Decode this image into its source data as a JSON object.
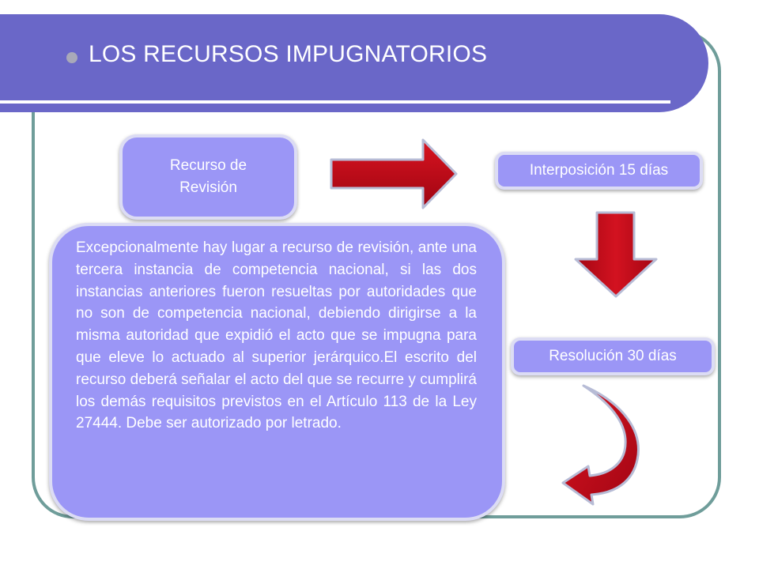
{
  "slide": {
    "title": "LOS RECURSOS IMPUGNATORIOS",
    "colors": {
      "header": "#6a67c8",
      "box": "#9b96f6",
      "arrow": "#c10a1a",
      "frame": "#6f9d9a"
    }
  },
  "diagram": {
    "recurso": "Recurso de Revisión",
    "interposicion": "Interposición 15 días",
    "resolucion": "Resolución 30 días",
    "descripcion": "Excepcionalmente hay lugar a recurso de revisión, ante una tercera instancia de competencia nacional, si las dos instancias anteriores fueron resueltas por autoridades que no son de competencia nacional, debiendo dirigirse a la misma autoridad que expidió el acto que se impugna para que eleve lo actuado al superior jerárquico.El escrito del recurso deberá señalar el acto del que se recurre y cumplirá los demás requisitos previstos en el Artículo 113 de la Ley 27444. Debe ser autorizado por letrado."
  }
}
